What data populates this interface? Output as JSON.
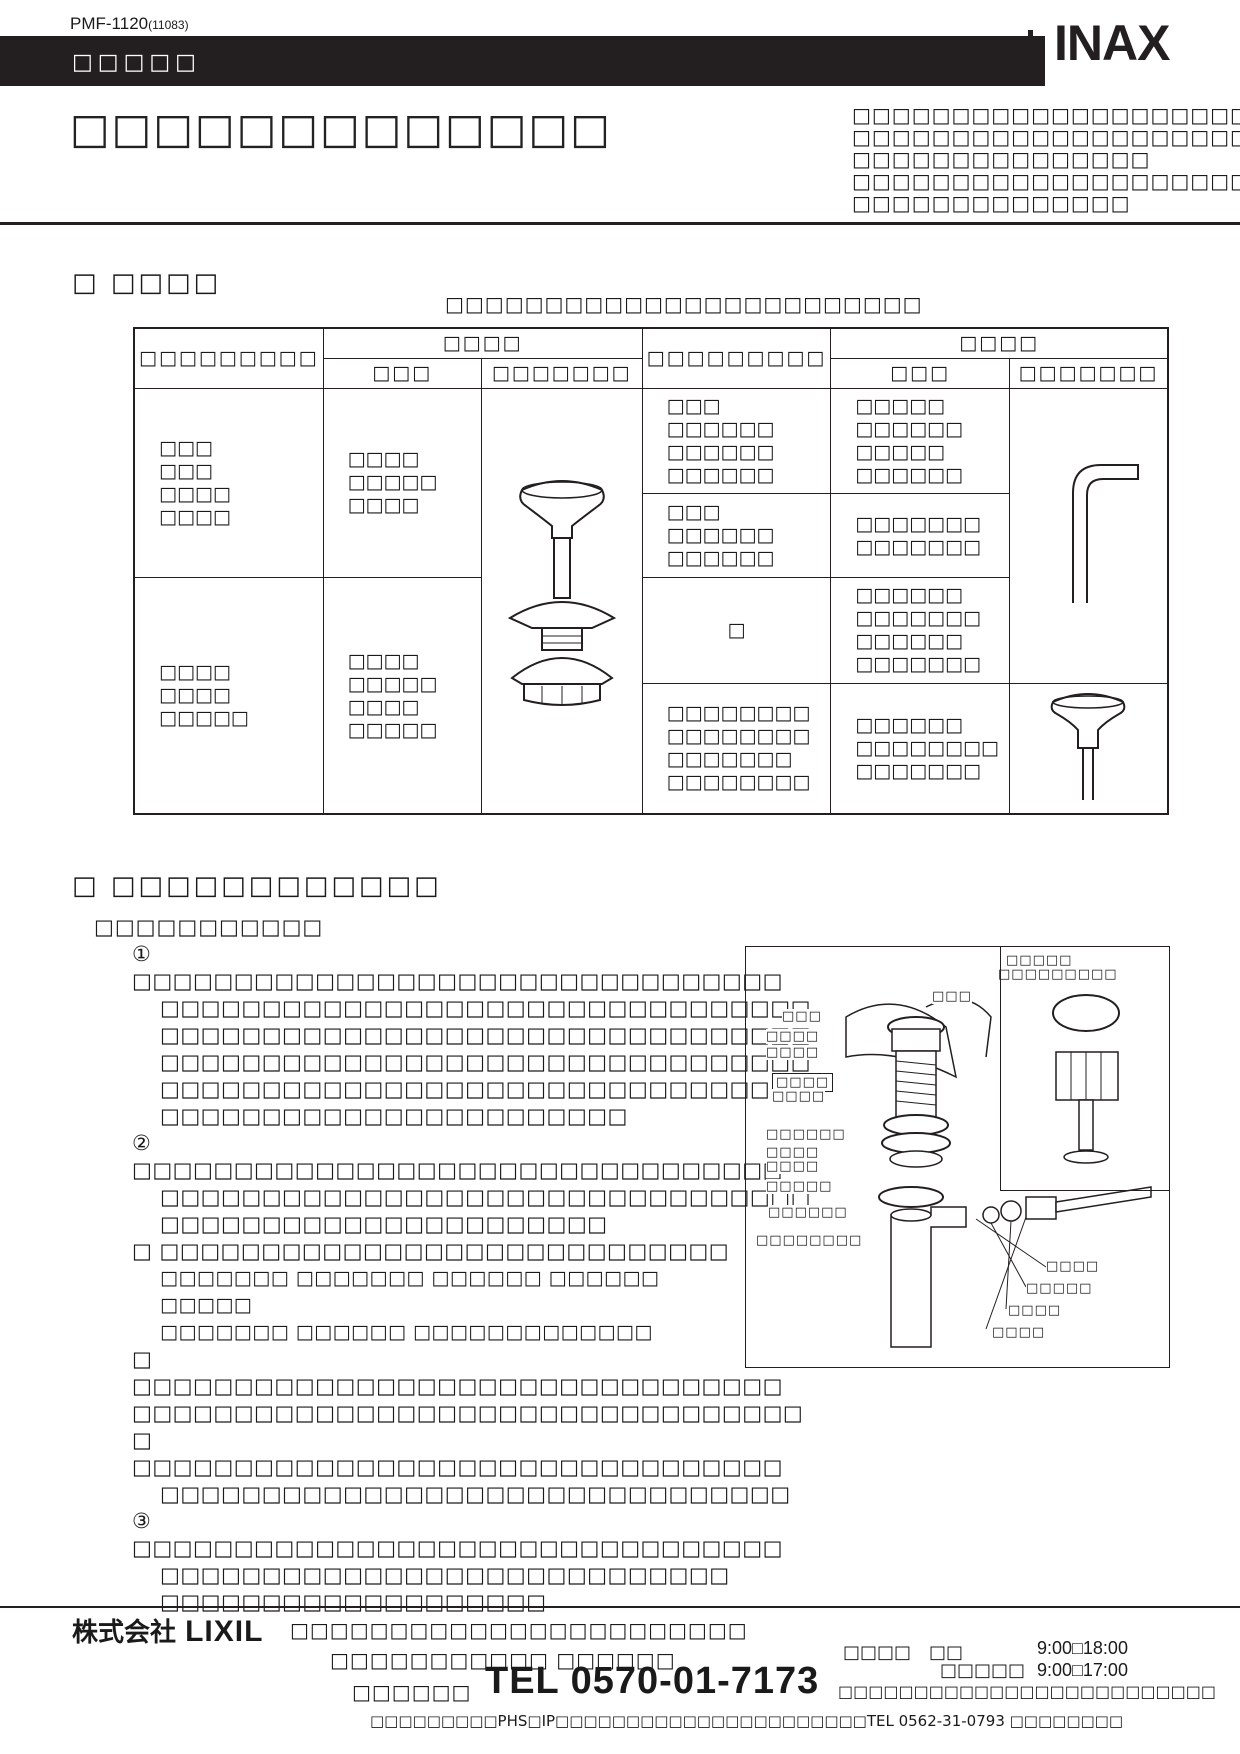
{
  "header": {
    "product_code": "PMF-1120",
    "product_code_suffix": "(11083)",
    "bar_label": "□□□□□",
    "brand_logo": "INAX"
  },
  "title": "□□□□□□□□□□□□□",
  "intro_lines": [
    "□□□□□□□□□□□□□□□□□□□□□",
    "□□□□□□□□□□□□□□□□□□□□",
    "□□□□□□□□□□□□□□□",
    "□□□□□□□□□□□□□□□□□□□□",
    "□□□□□□□□□□□□□□"
  ],
  "section1": {
    "heading": "□ □□□□",
    "note": "□□□□□□□□□□□□□□□□□□□□□□□□",
    "table": {
      "col_a": "□□□□□□□□□",
      "group_left": "□□□□",
      "col_b": "□□□",
      "col_c": "□□□□□□□",
      "col_d": "□□□□□□□□□",
      "group_right": "□□□□",
      "col_e": "□□□",
      "col_f": "□□□□□□□",
      "row1_models": [
        "□□□",
        "□□□",
        "□□□□",
        "□□□□"
      ],
      "row1_parts": [
        "□□□□",
        "□□□□□",
        "□□□□"
      ],
      "row2_models": [
        "□□□□",
        "□□□□",
        "□□□□□"
      ],
      "row2_parts": [
        "□□□□",
        "□□□□□",
        "□□□□",
        "□□□□□"
      ],
      "r_a_models": [
        "□□□",
        "□□□□□□",
        "□□□□□□",
        "□□□□□□"
      ],
      "r_a_parts": [
        "□□□□□",
        "□□□□□□",
        "□□□□□",
        "□□□□□□"
      ],
      "r_b_models": [
        "□□□",
        "□□□□□□",
        "□□□□□□"
      ],
      "r_b_parts": [
        "□□□□□□□",
        "□□□□□□□"
      ],
      "r_c_models": [
        "□"
      ],
      "r_c_parts": [
        "□□□□□□",
        "□□□□□□□",
        "□□□□□□",
        "□□□□□□□"
      ],
      "r_d_models": [
        "□□□□□□□□",
        "□□□□□□□□",
        "□□□□□□□",
        "□□□□□□□□"
      ],
      "r_d_parts": [
        "□□□□□□",
        "□□□□□□□□",
        "□□□□□□□"
      ]
    }
  },
  "section2": {
    "heading": "□ □□□□□□□□□□□□",
    "subheading": "□□□□□□□□□□□",
    "steps": [
      {
        "mark": "①",
        "lines": [
          "□□□□□□□□□□□□□□□□□□□□□□□□□□□□□□□□",
          "□□□□□□□□□□□□□□□□□□□□□□□□□□□□□□□□",
          "□□□□□□□□□□□□□□□□□□□□□□□□□□□□□□□□",
          "□□□□□□□□□□□□□□□□□□□□□□□□□□□□□□□□",
          "□□□□□□□□□□□□□□□□□□□□□□□□□□□□□□□",
          "□□□□□□□□□□□□□□□□□□□□□□□"
        ]
      },
      {
        "mark": "②",
        "lines": [
          "□□□□□□□□□□□□□□□□□□□□□□□□□□□□□□□□",
          "□□□□□□□□□□□□□□□□□□□□□□□□□□□□□□□□",
          "□□□□□□□□□□□□□□□□□□□□□□"
        ]
      },
      {
        "mark": "□",
        "lines": [
          "□□□□□□□□□□□□□□□□□□□□□□□□□□□□",
          "□□□□□□□ □□□□□□□ □□□□□□ □□□□□□ □□□□□",
          "□□□□□□□ □□□□□□ □□□□□□□□□□□□□"
        ]
      },
      {
        "mark": "□",
        "lines": [
          "□□□□□□□□□□□□□□□□□□□□□□□□□□□□□□□□",
          "□□□□□□□□□□□□□□□□□□□□□□□□□□□□□□□□□"
        ]
      },
      {
        "mark": "□",
        "lines": [
          "□□□□□□□□□□□□□□□□□□□□□□□□□□□□□□□□",
          "□□□□□□□□□□□□□□□□□□□□□□□□□□□□□□□"
        ]
      },
      {
        "mark": "③",
        "lines": [
          "□□□□□□□□□□□□□□□□□□□□□□□□□□□□□□□□",
          "□□□□□□□□□□□□□□□□□□□□□□□□□□□□",
          "□□□□□□□□□□□□□□□□□□□"
        ]
      }
    ],
    "diagram_labels": {
      "inset_title_1": "□□□□□",
      "inset_title_2": "□□□□□□□□□",
      "l1": "□□□",
      "l2": "□□□",
      "l3": "□□□□",
      "l4": "□□□□",
      "l5": "□□□□",
      "l6": "□□□□",
      "l7": "□□□□□□",
      "l8": "□□□□",
      "l9": "□□□□",
      "l10": "□□□□□",
      "l11": "□□□□□□",
      "l12": "□□□□□□□□",
      "r1": "□□□□",
      "r2": "□□□□□",
      "r3": "□□□□",
      "r4": "□□□□"
    }
  },
  "footer": {
    "company_prefix": "株式会社",
    "company_name": "LIXIL",
    "line1": "□□□□□□□□□□□□□□□□□□□□□□□",
    "line2": "□□□□□□□□□□□ □□□□□□",
    "line3_label": "□□□□□□",
    "tel": "TEL 0570-01-7173",
    "hours1_label": "□□□□　□□",
    "hours1": "9:00□18:00",
    "hours2_label": "□□□□□",
    "hours2": "9:00□17:00",
    "right_note": "□□□□□□□□□□□□□□□□□□□□□□□□□",
    "bottom_note": "□□□□□□□□□PHS□IP□□□□□□□□□□□□□□□□□□□□□□TEL 0562-31-0793 □□□□□□□□"
  }
}
